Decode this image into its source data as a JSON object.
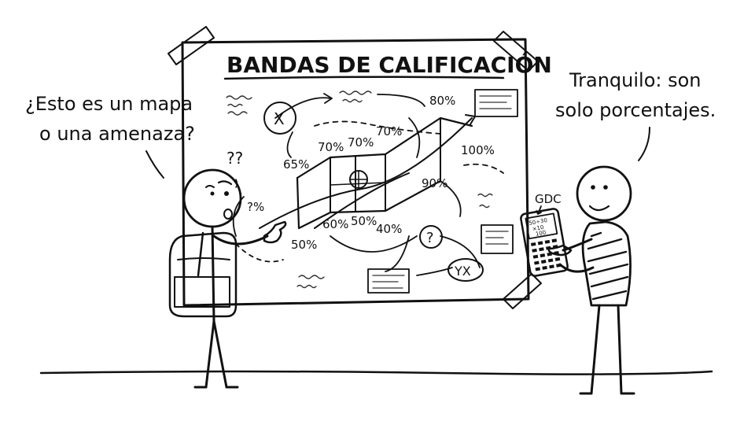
{
  "poster": {
    "title": "BANDAS DE CALIFICACIÓN",
    "labels": {
      "p80": "80%",
      "p70a": "70%",
      "p70b": "70%",
      "p70c": "70%",
      "p65": "65%",
      "p100": "100%",
      "p90": "90%",
      "p60": "60%",
      "p50a": "50%",
      "p40": "40%",
      "p50b": "50%",
      "pcut": "?%",
      "x": "X",
      "q": "?",
      "yx": "YX",
      "qq": "??"
    }
  },
  "left_student": {
    "speech": [
      "¿Esto es un mapa",
      "o una amenaza?"
    ]
  },
  "right_student": {
    "speech": [
      "Tranquilo: son",
      "solo porcentajes."
    ],
    "calculator_label": "GDC",
    "calculator_screen": [
      "50÷30",
      "×10",
      "100"
    ]
  }
}
